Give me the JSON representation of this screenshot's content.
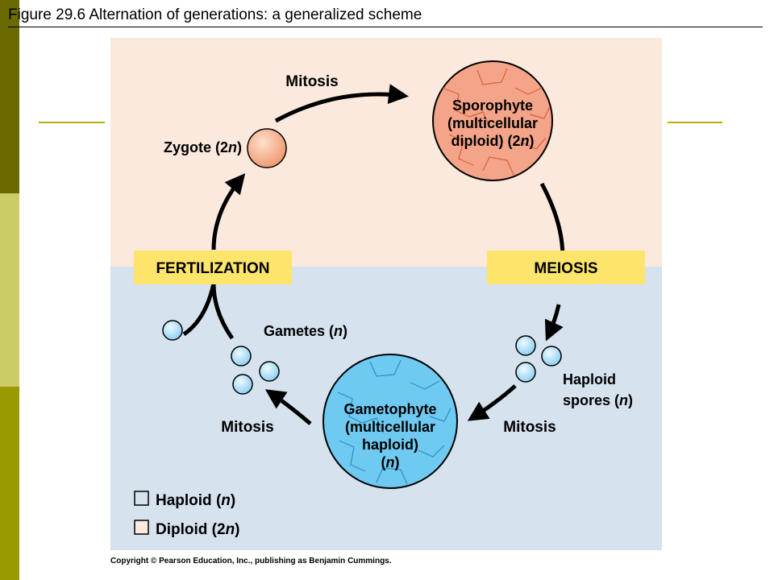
{
  "slide": {
    "title": "Figure 29.6  Alternation of generations: a generalized scheme",
    "copyright": "Copyright © Pearson Education, Inc., publishing as Benjamin Cummings."
  },
  "colors": {
    "diploid_background": "#fae9dc",
    "haploid_background": "#d6e2ed",
    "label_box": "#fce56a",
    "sporophyte_fill": "#f4a589",
    "gametophyte_fill": "#6ecaf0",
    "spore_fill": "#a8dcf6",
    "zygote_fill": "#f6b18f",
    "sidebar_dark": "#6b6a00",
    "sidebar_mid": "#cccc66",
    "sidebar_light": "#999900",
    "accent_line": "#b5b000"
  },
  "diagram": {
    "mitosis_top": "Mitosis",
    "zygote": {
      "label": "Zygote (2",
      "italic": "n",
      "close": ")"
    },
    "sporophyte": {
      "line1": "Sporophyte",
      "line2": "(multicellular",
      "line3_pre": "diploid) (2",
      "line3_italic": "n",
      "line3_post": ")"
    },
    "fertilization": "FERTILIZATION",
    "meiosis": "MEIOSIS",
    "gametes": {
      "label": "Gametes (",
      "italic": "n",
      "close": ")"
    },
    "haploid_spores": {
      "line1": "Haploid",
      "line2_pre": "spores (",
      "line2_italic": "n",
      "line2_post": ")"
    },
    "mitosis_left": "Mitosis",
    "mitosis_right": "Mitosis",
    "gametophyte": {
      "line1": "Gametophyte",
      "line2": "(multicellular",
      "line3": "haploid)",
      "line4_pre": "(",
      "line4_italic": "n",
      "line4_post": ")"
    },
    "legend": [
      {
        "pre": "Haploid (",
        "italic": "n",
        "post": ")"
      },
      {
        "pre": "Diploid (2",
        "italic": "n",
        "post": ")"
      }
    ]
  }
}
